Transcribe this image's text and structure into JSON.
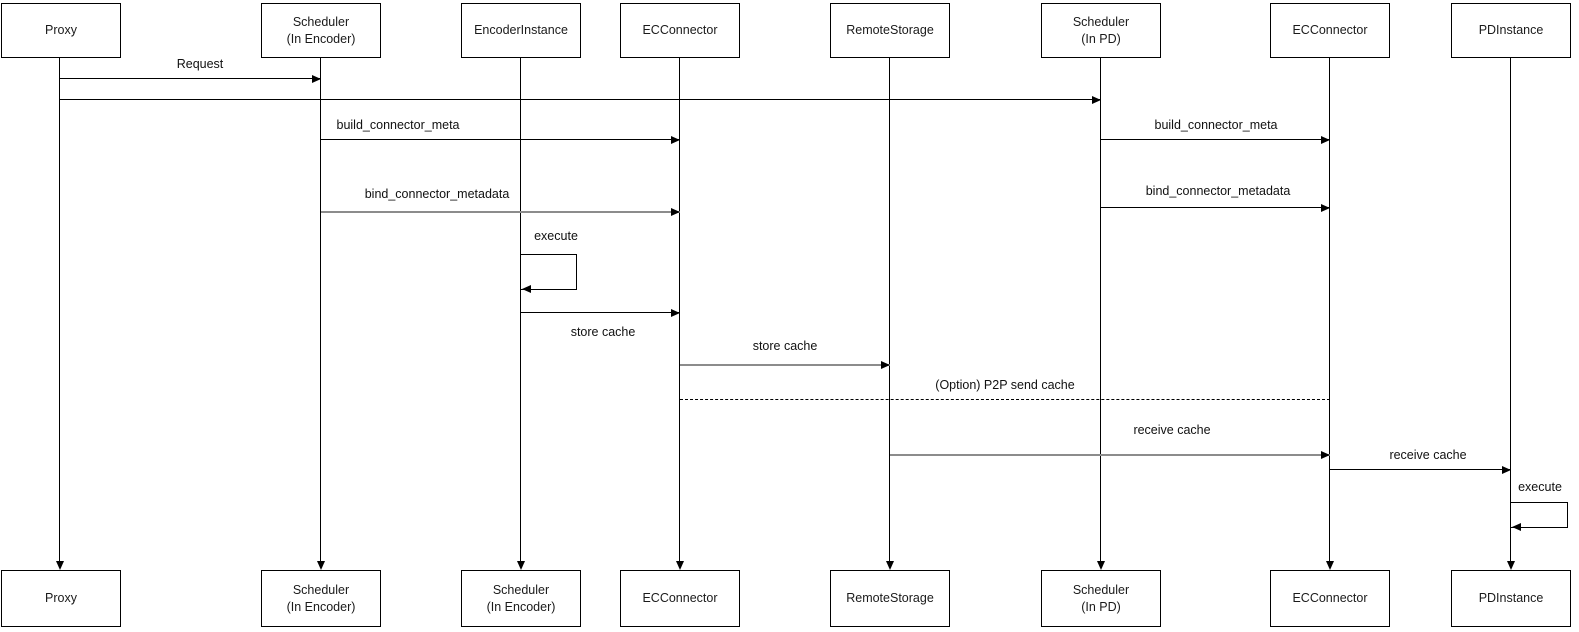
{
  "diagram": {
    "type": "sequence-diagram",
    "colors": {
      "background": "#ffffff",
      "box_fill": "#ffffff",
      "box_border": "#000000",
      "line": "#000000",
      "gray_line": "#8c8c8c",
      "text": "#1a1a1a"
    },
    "actors": [
      {
        "id": "proxy",
        "top_label": "Proxy",
        "bottom_label": "Proxy"
      },
      {
        "id": "scheduler-encoder",
        "top_label": "Scheduler\n(In Encoder)",
        "bottom_label": "Scheduler\n(In Encoder)"
      },
      {
        "id": "encoder-instance",
        "top_label": "EncoderInstance",
        "bottom_label": "Scheduler\n(In Encoder)"
      },
      {
        "id": "ec-connector",
        "top_label": "ECConnector",
        "bottom_label": "ECConnector"
      },
      {
        "id": "remote-storage",
        "top_label": "RemoteStorage",
        "bottom_label": "RemoteStorage"
      },
      {
        "id": "scheduler-pd",
        "top_label": "Scheduler\n(In PD)",
        "bottom_label": "Scheduler\n(In PD)"
      },
      {
        "id": "ec-connector-pd",
        "top_label": "ECConnector",
        "bottom_label": "ECConnector"
      },
      {
        "id": "pd-instance",
        "top_label": "PDInstance",
        "bottom_label": "PDInstance"
      }
    ],
    "messages": [
      {
        "label": "Request",
        "from": "Proxy",
        "to": "Scheduler (In Encoder)",
        "style": "solid"
      },
      {
        "label": "",
        "from": "Proxy",
        "to": "Scheduler (In PD)",
        "style": "solid"
      },
      {
        "label": "build_connector_meta",
        "from": "Scheduler (In Encoder)",
        "to": "ECConnector",
        "style": "solid"
      },
      {
        "label": "build_connector_meta",
        "from": "Scheduler (In PD)",
        "to": "ECConnector (PD)",
        "style": "solid"
      },
      {
        "label": "bind_connector_metadata",
        "from": "Scheduler (In Encoder)",
        "to": "ECConnector",
        "style": "solid-gray"
      },
      {
        "label": "bind_connector_metadata",
        "from": "Scheduler (In PD)",
        "to": "ECConnector (PD)",
        "style": "solid"
      },
      {
        "label": "execute",
        "from": "EncoderInstance",
        "to": "EncoderInstance",
        "style": "self-loop"
      },
      {
        "label": "store cache",
        "from": "EncoderInstance",
        "to": "ECConnector",
        "style": "solid"
      },
      {
        "label": "store cache",
        "from": "ECConnector",
        "to": "RemoteStorage",
        "style": "solid-gray"
      },
      {
        "label": "(Option) P2P send cache",
        "from": "ECConnector",
        "to": "ECConnector (PD)",
        "style": "dashed"
      },
      {
        "label": "receive cache",
        "from": "RemoteStorage",
        "to": "ECConnector (PD)",
        "style": "solid-gray"
      },
      {
        "label": "receive cache",
        "from": "ECConnector (PD)",
        "to": "PDInstance",
        "style": "solid"
      },
      {
        "label": "execute",
        "from": "PDInstance",
        "to": "PDInstance",
        "style": "self-loop"
      }
    ]
  }
}
